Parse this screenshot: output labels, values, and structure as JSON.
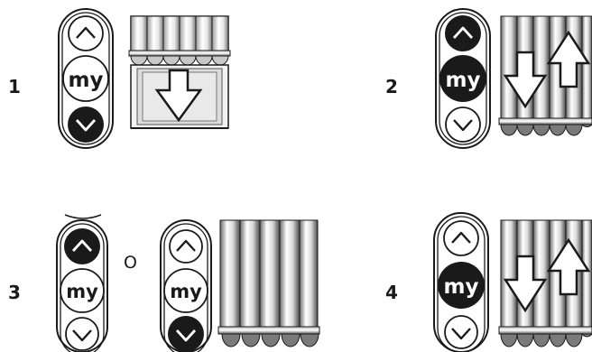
{
  "steps": [
    {
      "number": "1",
      "pressed_button": "down",
      "action": "lower-awning"
    },
    {
      "number": "2",
      "pressed_buttons": [
        "up",
        "my"
      ],
      "action": "adjust-awning"
    },
    {
      "number": "3",
      "pressed_button": "up",
      "alternative_pressed_button": "down",
      "conjunction": "O"
    },
    {
      "number": "4",
      "pressed_button": "my",
      "action": "adjust-awning"
    }
  ],
  "remote": {
    "my_label": "my"
  },
  "icons": [
    "chevron-up-icon",
    "chevron-down-icon",
    "arrow-down-icon",
    "arrow-up-icon"
  ],
  "colors": {
    "ink": "#1a1a1a",
    "background": "#ffffff",
    "pressed": "#1a1a1a"
  }
}
